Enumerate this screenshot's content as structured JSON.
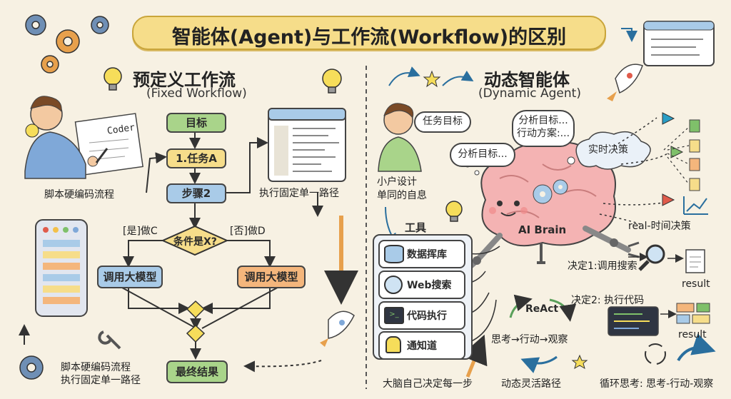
{
  "title": "智能体(Agent)与工作流(Workflow)的区别",
  "left": {
    "title": "预定义工作流",
    "subtitle": "(Fixed Workflow)",
    "coder_note": "Coder",
    "coder_caption": "脚本硬编码流程",
    "steps": {
      "goal": "目标",
      "task": "1.任务A",
      "step2": "步骤2",
      "condition": "条件是X?",
      "llm_left": "调用大模型",
      "llm_right": "调用大模型",
      "result": "最终结果"
    },
    "branch_yes": "[是]做C",
    "branch_no": "[否]做D",
    "fixed_path": "执行固定单一路径",
    "bottom_caption_1": "脚本硬编码流程",
    "bottom_caption_2": "执行固定单一路径"
  },
  "right": {
    "title": "动态智能体",
    "subtitle": "(Dynamic Agent)",
    "bubble_task": "任务目标",
    "bubble_analyze": "分析目标...",
    "bubble_plan": "分析目标...\n行动方案:...",
    "bubble_realtime": "实时决策",
    "user_caption": "小户设计\n单同的自息",
    "brain_label": "AI Brain",
    "tools_title": "工具",
    "tools": [
      "数据挥库",
      "Web搜索",
      "代码执行",
      "通知道"
    ],
    "decision_1": "决定1:调用搜索",
    "decision_2": "决定2: 执行代码",
    "result_1": "result",
    "result_2": "result",
    "realtime_label": "real-时间决策",
    "react_title": "ReAct",
    "react_loop": "思考→行动→观察",
    "bottom_brain": "大脑自己决定每一步",
    "bottom_path": "动态灵活路径",
    "bottom_loop": "循环思考: 思考-行动-观察"
  },
  "colors": {
    "goal": "#a9d48a",
    "task": "#f6dd8a",
    "step": "#a9cbe8",
    "llm_left": "#a9cbe8",
    "llm_right": "#f4b67c",
    "result": "#a9d48a",
    "condition": "#f6dd8a",
    "banner": "#f6dd8a"
  }
}
